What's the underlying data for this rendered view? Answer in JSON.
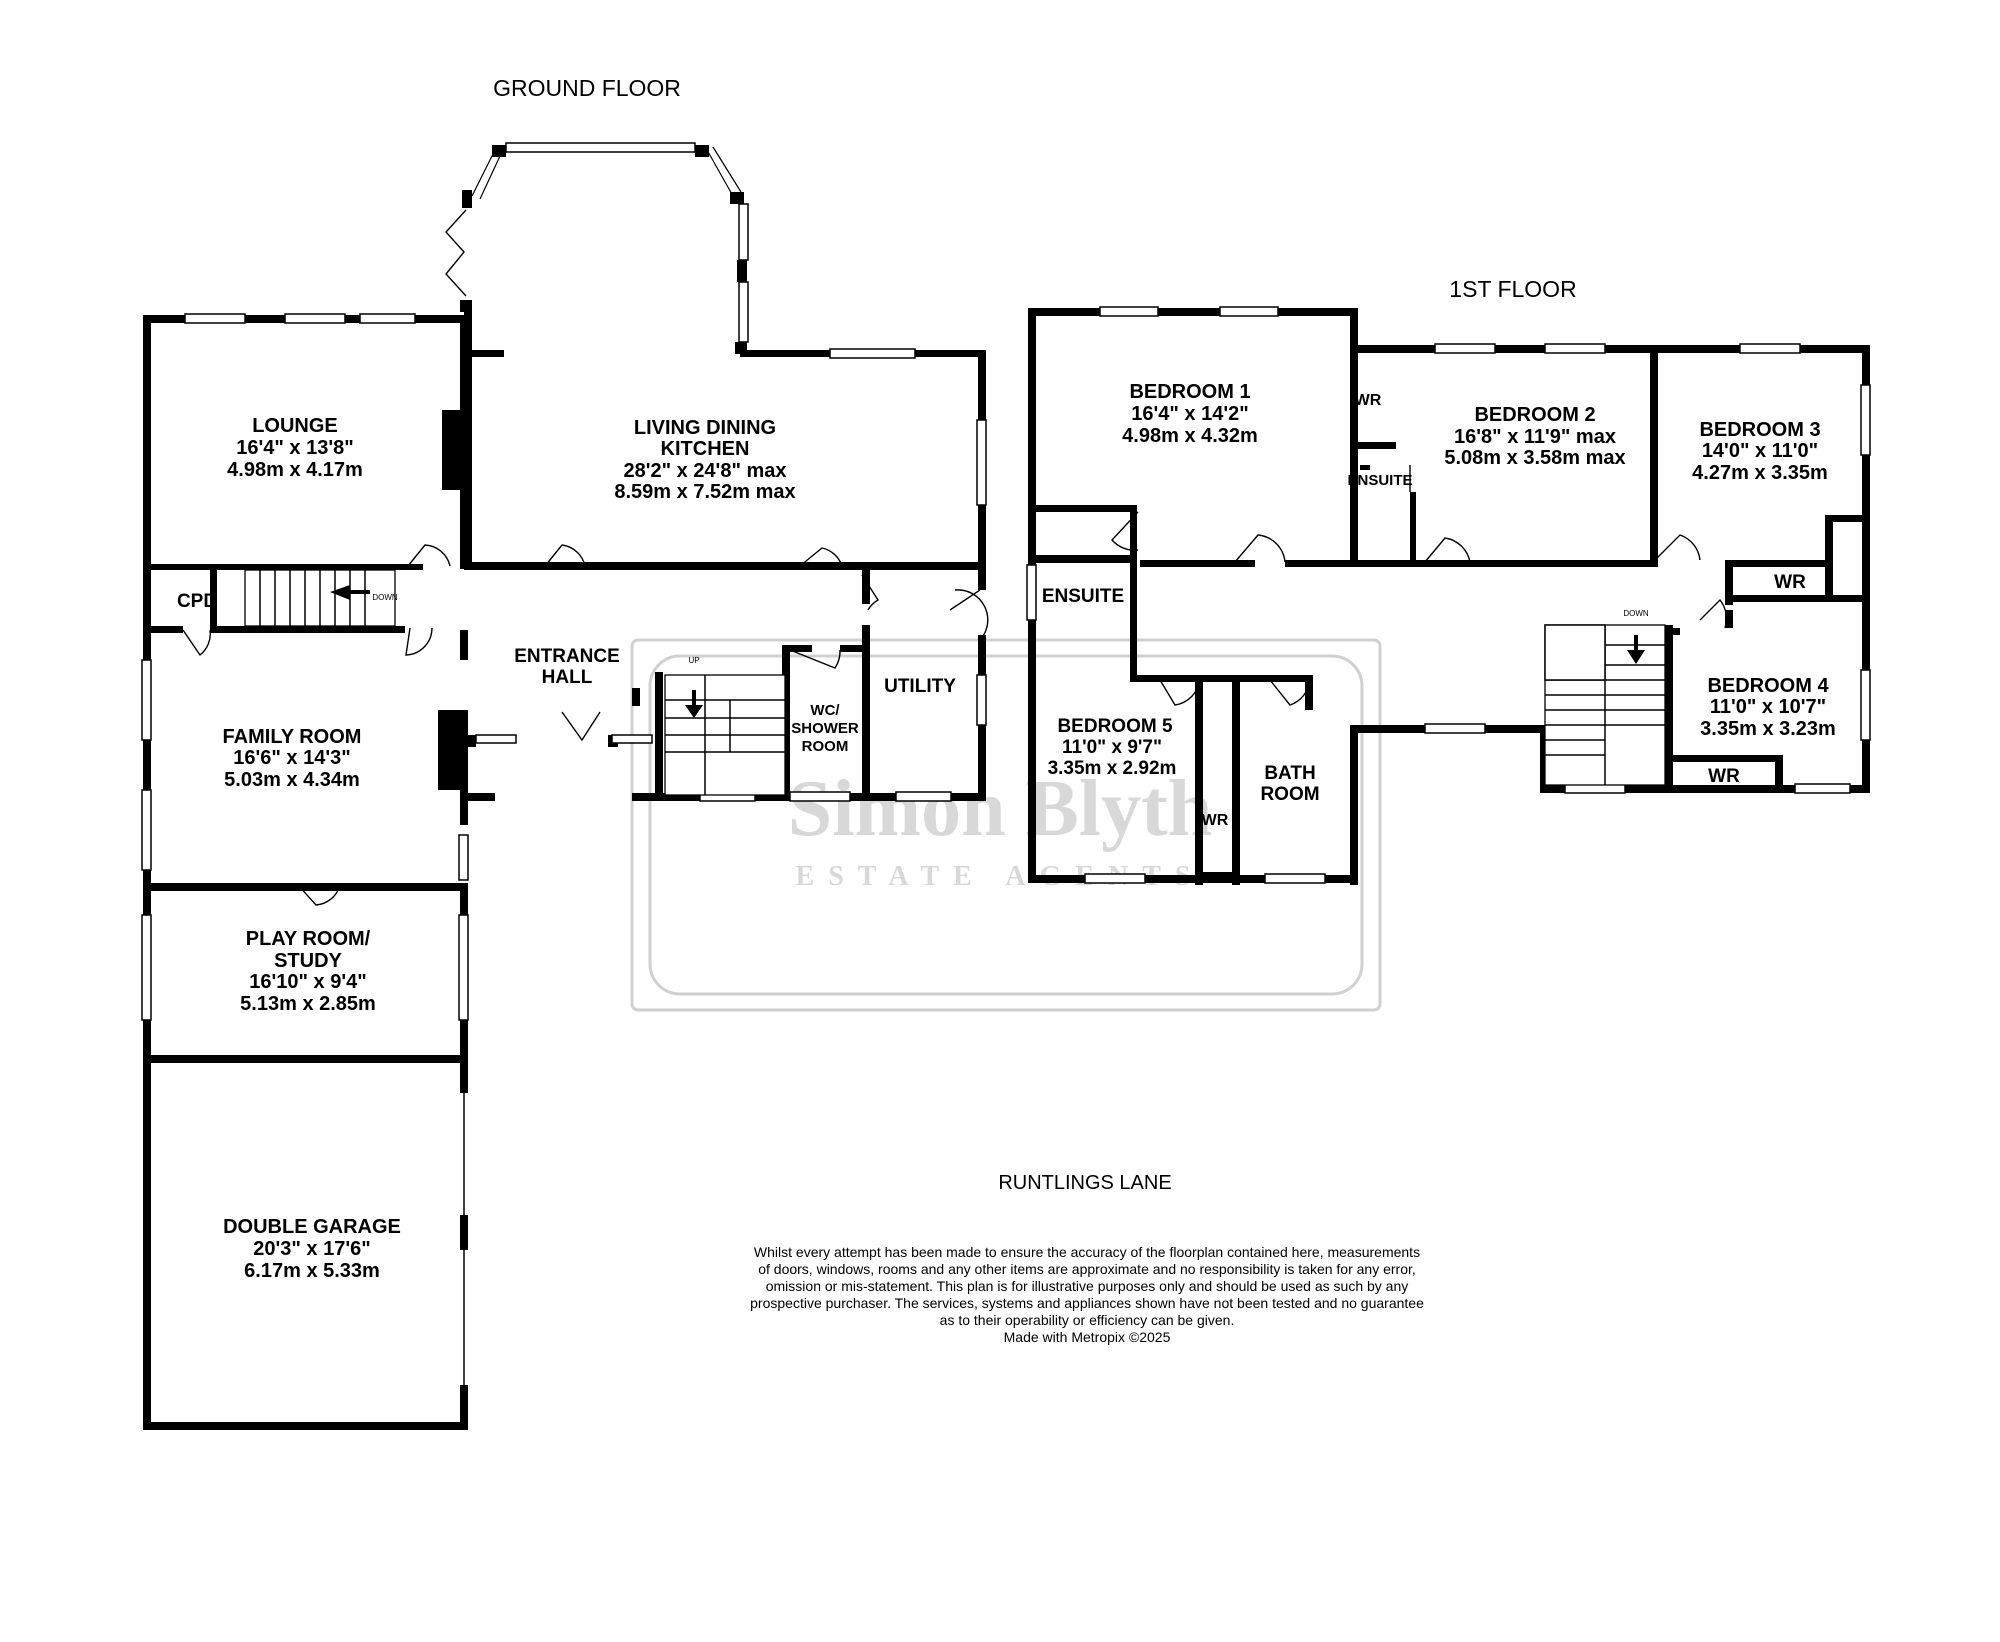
{
  "labels": {
    "ground_floor": "GROUND FLOOR",
    "first_floor": "1ST FLOOR",
    "road": "RUNTLINGS LANE",
    "up": "UP",
    "down": "DOWN"
  },
  "rooms": {
    "lounge": {
      "name": "LOUNGE",
      "imperial": "16'4\"  x 13'8\"",
      "metric": "4.98m  x 4.17m"
    },
    "kitchen": {
      "name1": "LIVING DINING",
      "name2": "KITCHEN",
      "imperial": "28'2\"  x 24'8\" max",
      "metric": "8.59m  x 7.52m max"
    },
    "cpd": {
      "name": "CPD"
    },
    "entrance": {
      "name1": "ENTRANCE",
      "name2": "HALL"
    },
    "utility": {
      "name": "UTILITY"
    },
    "wc": {
      "name1": "WC/",
      "name2": "SHOWER",
      "name3": "ROOM"
    },
    "family": {
      "name": "FAMILY ROOM",
      "imperial": "16'6\"  x 14'3\"",
      "metric": "5.03m  x 4.34m"
    },
    "play": {
      "name1": "PLAY ROOM/",
      "name2": "STUDY",
      "imperial": "16'10\"  x 9'4\"",
      "metric": "5.13m  x 2.85m"
    },
    "garage": {
      "name": "DOUBLE GARAGE",
      "imperial": "20'3\"  x 17'6\"",
      "metric": "6.17m  x 5.33m"
    },
    "bed1": {
      "name": "BEDROOM 1",
      "imperial": "16'4\"  x 14'2\"",
      "metric": "4.98m  x 4.32m"
    },
    "bed2": {
      "name": "BEDROOM 2",
      "imperial": "16'8\"  x 11'9\" max",
      "metric": "5.08m  x 3.58m max"
    },
    "bed3": {
      "name": "BEDROOM 3",
      "imperial": "14'0\"  x 11'0\"",
      "metric": "4.27m  x 3.35m"
    },
    "bed4": {
      "name": "BEDROOM 4",
      "imperial": "11'0\"  x 10'7\"",
      "metric": "3.35m  x 3.23m"
    },
    "bed5": {
      "name": "BEDROOM 5",
      "imperial": "11'0\"  x 9'7\"",
      "metric": "3.35m  x 2.92m"
    },
    "bath": {
      "name1": "BATH",
      "name2": "ROOM"
    },
    "ensuite1": {
      "name": "ENSUITE"
    },
    "ensuite2": {
      "name": "ENSUITE"
    },
    "wr1": {
      "name": "WR"
    },
    "wr3": {
      "name": "WR"
    },
    "wr4": {
      "name": "WR"
    },
    "wr5": {
      "name": "WR"
    }
  },
  "watermark": {
    "name": "Simon Blyth",
    "sub": "ESTATE AGENTS"
  },
  "disclaimer": [
    "Whilst every attempt has been made to ensure the accuracy of the floorplan contained here, measurements",
    "of doors, windows, rooms and any other items are approximate and no responsibility is taken for any error,",
    "omission or mis-statement. This plan is for illustrative purposes only and should be used as such by any",
    "prospective purchaser. The services, systems and appliances shown have not been tested and no guarantee",
    "as to their operability or efficiency can be given.",
    "Made with Metropix ©2025"
  ]
}
